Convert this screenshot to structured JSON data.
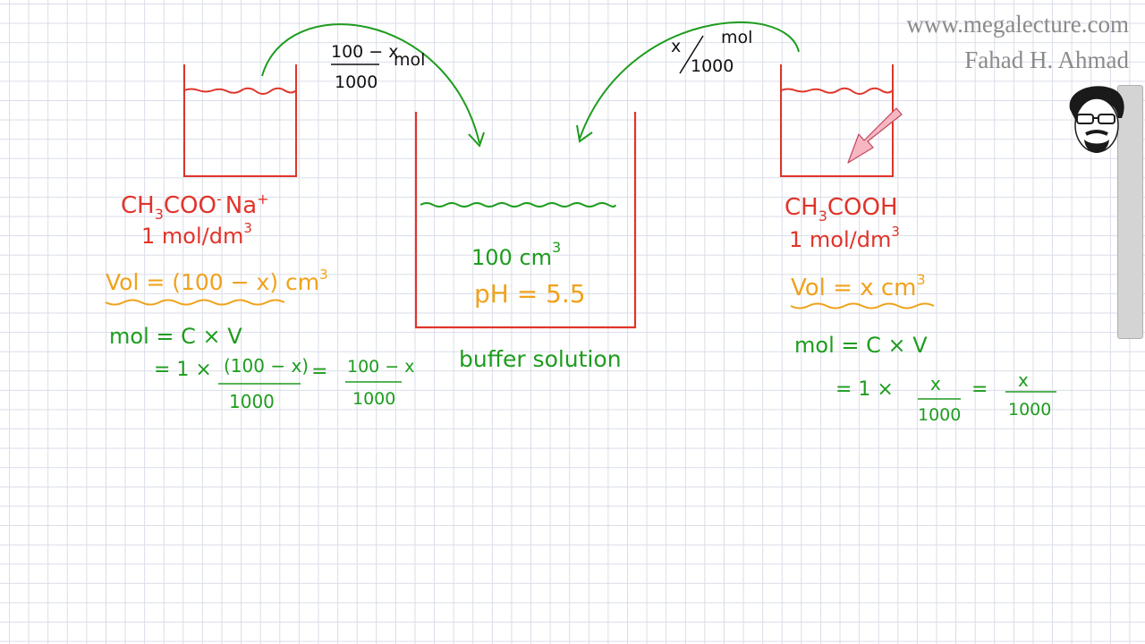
{
  "watermark": {
    "site": "www.megalecture.com",
    "author": "Fahad H. Ahmad"
  },
  "colors": {
    "red": "#e0342a",
    "green": "#1e9c1e",
    "orange": "#f0a21c",
    "black": "#111111",
    "pink": "#f6b7c3"
  },
  "left_beaker": {
    "formula_main": "CH",
    "formula_sub": "3",
    "formula_rest": "COO",
    "formula_sup": "-",
    "formula_ion": "Na",
    "formula_ion_sup": "+",
    "conc_main": "1 mol/dm",
    "conc_sup": "3",
    "vol_label": "Vol = (100 − x) cm",
    "vol_sup": "3",
    "mol_line1": "mol = C × V",
    "calc_eq": "= 1 ×",
    "calc_num": "(100 − x)",
    "calc_den": "1000",
    "calc_eq2": "=",
    "result_num": "100 − x",
    "result_den": "1000"
  },
  "middle_beaker": {
    "volume_main": "100 cm",
    "volume_sup": "3",
    "ph": "pH = 5.5",
    "caption": "buffer solution"
  },
  "right_beaker": {
    "formula_main": "CH",
    "formula_sub": "3",
    "formula_rest": "COOH",
    "conc_main": "1 mol/dm",
    "conc_sup": "3",
    "vol_label": "Vol = x cm",
    "vol_sup": "3",
    "mol_line1": "mol = C × V",
    "calc_eq": "= 1 ×",
    "calc_num": "x",
    "calc_den": "1000",
    "calc_eq2": "=",
    "result_num": "x",
    "result_den": "1000"
  },
  "arrow_labels": {
    "left_num": "100 − x",
    "left_den": "1000",
    "left_unit": "mol",
    "right_num": "x",
    "right_den": "1000",
    "right_unit": "mol"
  }
}
